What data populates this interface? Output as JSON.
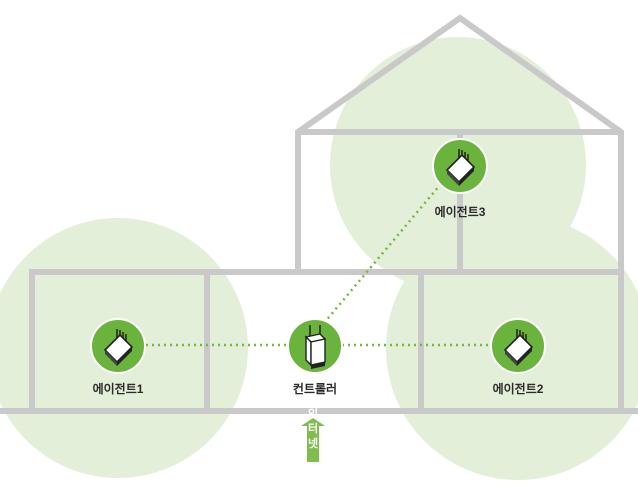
{
  "nodes": {
    "controller": {
      "label": "컨트롤러",
      "icon": "controller-router-icon"
    },
    "agent1": {
      "label": "에이전트1",
      "icon": "agent-router-icon"
    },
    "agent2": {
      "label": "에이전트2",
      "icon": "agent-router-icon"
    },
    "agent3": {
      "label": "에이전트3",
      "icon": "agent-router-icon"
    }
  },
  "internet": {
    "chars": [
      "인",
      "터",
      "넷"
    ],
    "icon": "up-arrow-icon"
  },
  "colors": {
    "coverage": "#e3efd8",
    "node_fill": "#6ab33c",
    "link": "#73b740",
    "house_outline": "#c9c9c9",
    "arrow": "#7fbe4e"
  }
}
